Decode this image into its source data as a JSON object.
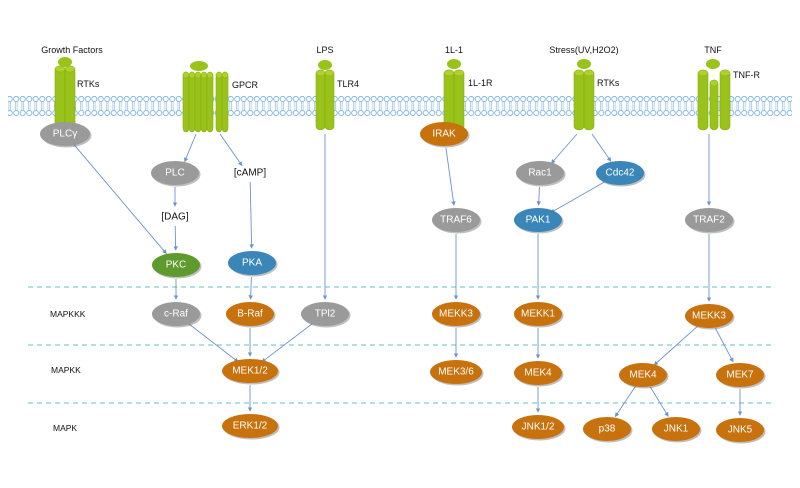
{
  "colors": {
    "receptor": "#99c21a",
    "receptor_dark": "#7fa314",
    "membrane": "#7eb6e6",
    "gray": "#9a9a9a",
    "orange": "#c8720e",
    "blue": "#3a86b8",
    "green": "#5f9a2c",
    "arrow": "#6b93cc",
    "divider": "#66c2c2"
  },
  "ligands": [
    {
      "id": "growth-factors",
      "label": "Growth Factors"
    },
    {
      "id": "lps",
      "label": "LPS"
    },
    {
      "id": "il1",
      "label": "1L-1"
    },
    {
      "id": "stress",
      "label": "Stress(UV,H2O2)"
    },
    {
      "id": "tnf",
      "label": "TNF"
    }
  ],
  "receptors": [
    {
      "id": "rtks-1",
      "label": "RTKs"
    },
    {
      "id": "gpcr",
      "label": "GPCR"
    },
    {
      "id": "tlr4",
      "label": "TLR4"
    },
    {
      "id": "il1r",
      "label": "1L-1R"
    },
    {
      "id": "rtks-2",
      "label": "RTKs"
    },
    {
      "id": "tnfr",
      "label": "TNF-R"
    }
  ],
  "levels": [
    {
      "id": "mapkkk",
      "label": "MAPKKK"
    },
    {
      "id": "mapkk",
      "label": "MAPKK"
    },
    {
      "id": "mapk",
      "label": "MAPK"
    }
  ],
  "messengers": [
    {
      "id": "camp",
      "label": "[cAMP]"
    },
    {
      "id": "dag",
      "label": "[DAG]"
    }
  ],
  "nodes": [
    {
      "id": "plcg",
      "label": "PLCγ",
      "color": "gray"
    },
    {
      "id": "plc",
      "label": "PLC",
      "color": "gray"
    },
    {
      "id": "pkc",
      "label": "PKC",
      "color": "green"
    },
    {
      "id": "pka",
      "label": "PKA",
      "color": "blue"
    },
    {
      "id": "craf",
      "label": "c-Raf",
      "color": "gray"
    },
    {
      "id": "braf",
      "label": "B-Raf",
      "color": "orange"
    },
    {
      "id": "tpl2",
      "label": "TPl2",
      "color": "gray"
    },
    {
      "id": "mek12",
      "label": "MEK1/2",
      "color": "orange"
    },
    {
      "id": "erk12",
      "label": "ERK1/2",
      "color": "orange"
    },
    {
      "id": "irak",
      "label": "IRAK",
      "color": "orange"
    },
    {
      "id": "traf6",
      "label": "TRAF6",
      "color": "gray"
    },
    {
      "id": "mekk3a",
      "label": "MEKK3",
      "color": "orange"
    },
    {
      "id": "mek36",
      "label": "MEK3/6",
      "color": "orange"
    },
    {
      "id": "rac1",
      "label": "Rac1",
      "color": "gray"
    },
    {
      "id": "cdc42",
      "label": "Cdc42",
      "color": "blue"
    },
    {
      "id": "pak1",
      "label": "PAK1",
      "color": "blue"
    },
    {
      "id": "mekk1",
      "label": "MEKK1",
      "color": "orange"
    },
    {
      "id": "mek4a",
      "label": "MEK4",
      "color": "orange"
    },
    {
      "id": "jnk12",
      "label": "JNK1/2",
      "color": "orange"
    },
    {
      "id": "traf2",
      "label": "TRAF2",
      "color": "gray"
    },
    {
      "id": "mekk3b",
      "label": "MEKK3",
      "color": "orange"
    },
    {
      "id": "mek4b",
      "label": "MEK4",
      "color": "orange"
    },
    {
      "id": "mek7",
      "label": "MEK7",
      "color": "orange"
    },
    {
      "id": "p38",
      "label": "p38",
      "color": "orange"
    },
    {
      "id": "jnk1",
      "label": "JNK1",
      "color": "orange"
    },
    {
      "id": "jnk5",
      "label": "JNK5",
      "color": "orange"
    }
  ],
  "edges": [
    [
      "plcg",
      "pkc"
    ],
    [
      "gpcr",
      "plc"
    ],
    [
      "gpcr",
      "camp"
    ],
    [
      "plc",
      "dag"
    ],
    [
      "dag",
      "pkc"
    ],
    [
      "camp",
      "pka"
    ],
    [
      "tlr4",
      "tpl2"
    ],
    [
      "pkc",
      "craf"
    ],
    [
      "pka",
      "braf"
    ],
    [
      "craf",
      "mek12"
    ],
    [
      "braf",
      "mek12"
    ],
    [
      "tpl2",
      "mek12"
    ],
    [
      "mek12",
      "erk12"
    ],
    [
      "irak",
      "traf6"
    ],
    [
      "traf6",
      "mekk3a"
    ],
    [
      "mekk3a",
      "mek36"
    ],
    [
      "rtks-2",
      "rac1"
    ],
    [
      "rtks-2",
      "cdc42"
    ],
    [
      "rac1",
      "pak1"
    ],
    [
      "cdc42",
      "pak1"
    ],
    [
      "pak1",
      "mekk1"
    ],
    [
      "mekk1",
      "mek4a"
    ],
    [
      "mek4a",
      "jnk12"
    ],
    [
      "tnfr",
      "traf2"
    ],
    [
      "traf2",
      "mekk3b"
    ],
    [
      "mekk3b",
      "mek4b"
    ],
    [
      "mekk3b",
      "mek7"
    ],
    [
      "mek4b",
      "p38"
    ],
    [
      "mek4b",
      "jnk1"
    ],
    [
      "mek7",
      "jnk5"
    ]
  ]
}
